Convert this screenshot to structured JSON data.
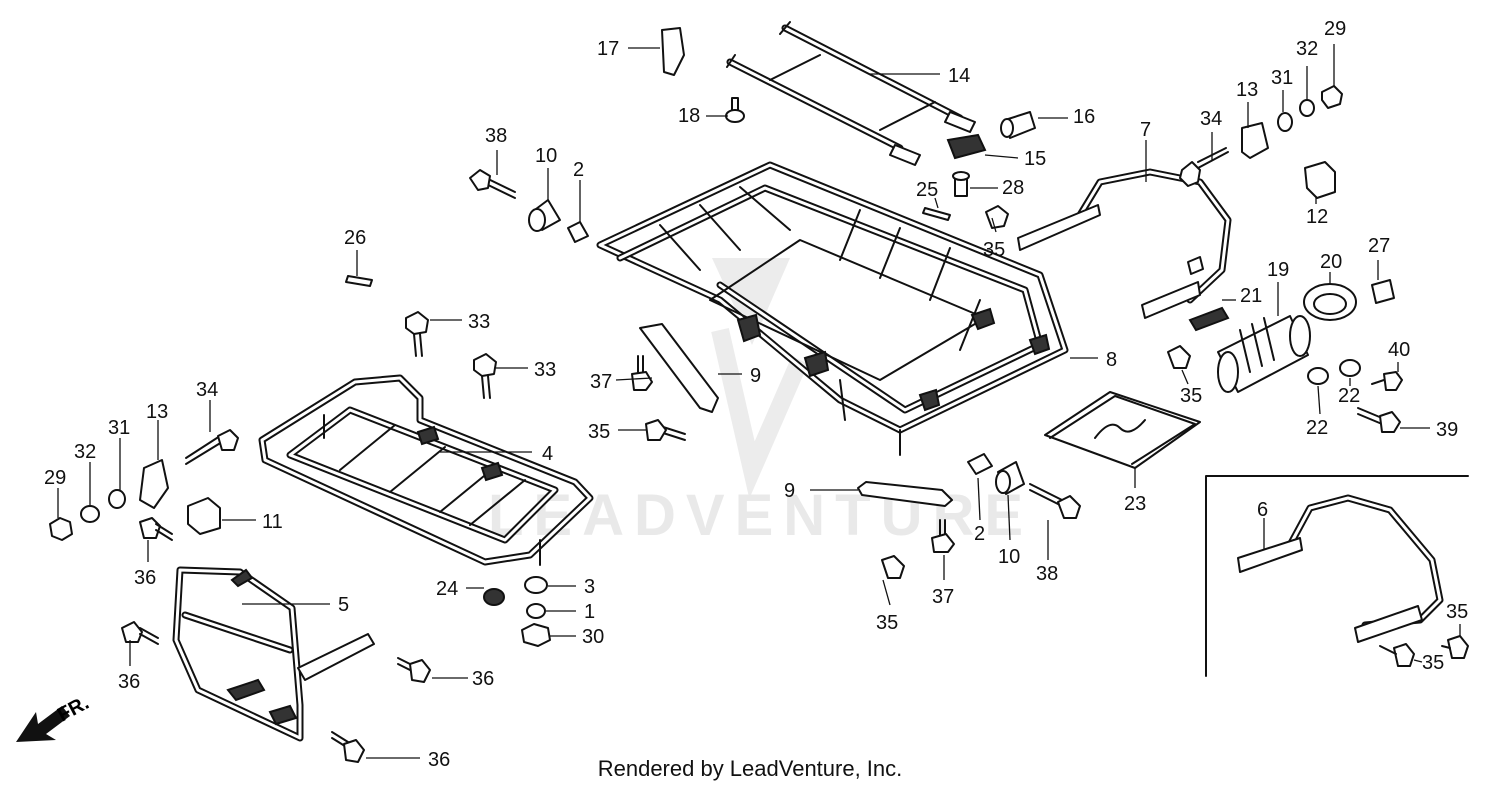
{
  "watermark": "LEADVENTURE",
  "direction_label": "FR.",
  "footer": "Rendered by LeadVenture, Inc.",
  "callouts": {
    "c1": "1",
    "c2a": "2",
    "c2b": "2",
    "c3": "3",
    "c4": "4",
    "c5": "5",
    "c6": "6",
    "c7": "7",
    "c8": "8",
    "c9a": "9",
    "c9b": "9",
    "c10a": "10",
    "c10b": "10",
    "c11": "11",
    "c12": "12",
    "c13a": "13",
    "c13b": "13",
    "c14": "14",
    "c15": "15",
    "c16": "16",
    "c17": "17",
    "c18": "18",
    "c19": "19",
    "c20": "20",
    "c21": "21",
    "c22a": "22",
    "c22b": "22",
    "c23": "23",
    "c24": "24",
    "c25": "25",
    "c26": "26",
    "c27": "27",
    "c28": "28",
    "c29a": "29",
    "c29b": "29",
    "c30": "30",
    "c31a": "31",
    "c31b": "31",
    "c32a": "32",
    "c32b": "32",
    "c33a": "33",
    "c33b": "33",
    "c34a": "34",
    "c34b": "34",
    "c35a": "35",
    "c35b": "35",
    "c35c": "35",
    "c35d": "35",
    "c35e": "35",
    "c35f": "35",
    "c36a": "36",
    "c36b": "36",
    "c36c": "36",
    "c36d": "36",
    "c37a": "37",
    "c37b": "37",
    "c38a": "38",
    "c38b": "38",
    "c39": "39",
    "c40": "40"
  }
}
